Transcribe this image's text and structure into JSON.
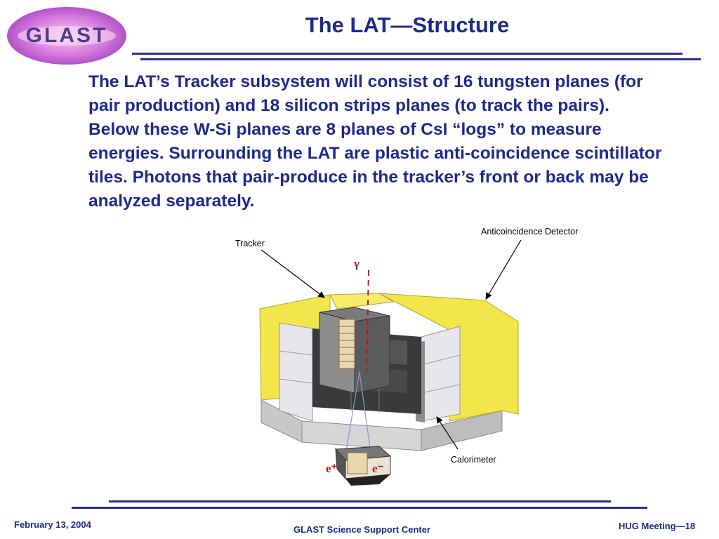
{
  "logo": {
    "text": "GLAST"
  },
  "title": "The LAT—Structure",
  "body": "The LAT’s Tracker subsystem will consist of 16 tungsten planes (for pair production) and 18 silicon strips planes (to track the pairs).  Below these W-Si planes are 8 planes of CsI “logs” to measure energies.  Surrounding the LAT are plastic anti-coincidence scintillator tiles.  Photons that pair-produce in the tracker’s front or back may be analyzed separately.",
  "diagram": {
    "labels": {
      "tracker": "Tracker",
      "acd": "Anticoincidence Detector",
      "calorimeter": "Calorimeter"
    },
    "particles": {
      "gamma": "γ",
      "e_plus": "e⁺",
      "e_minus": "e⁻"
    },
    "colors": {
      "acd_yellow": "#f2e64a",
      "particle_red": "#cc1111",
      "tile_gray": "#cfcfcf"
    }
  },
  "footer": {
    "date": "February 13, 2004",
    "center": "GLAST Science Support Center",
    "page": "HUG Meeting—18"
  },
  "colors": {
    "accent": "#1c2a8c",
    "rule": "#2a2f8f"
  }
}
